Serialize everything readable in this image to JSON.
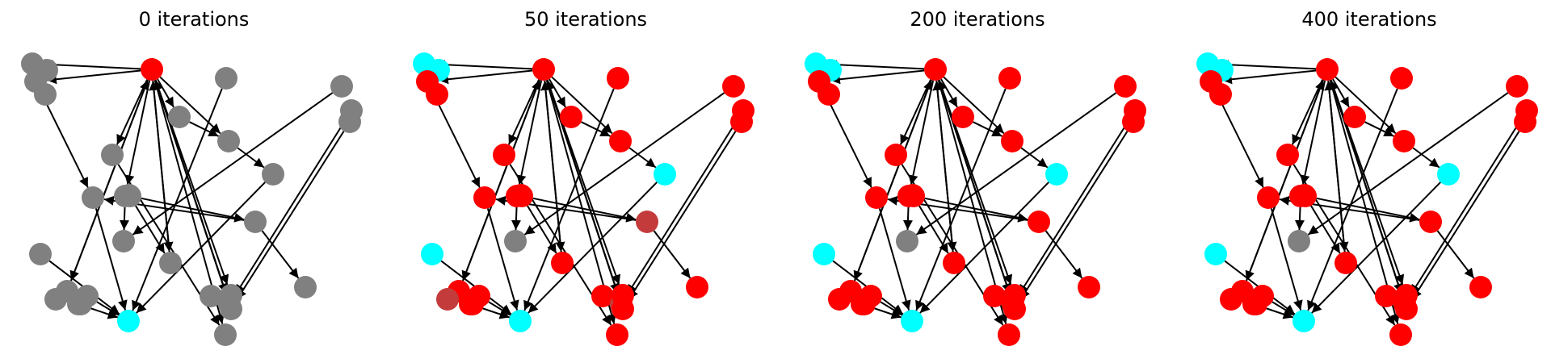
{
  "figure": {
    "panels": [
      {
        "title": "0 iterations",
        "node_colors": [
          "red",
          "gray",
          "gray",
          "gray",
          "gray",
          "gray",
          "gray",
          "gray",
          "gray",
          "cyan",
          "gray",
          "gray",
          "gray",
          "gray",
          "gray",
          "gray",
          "gray",
          "gray",
          "gray",
          "gray",
          "gray",
          "gray",
          "gray",
          "gray",
          "gray",
          "gray",
          "gray",
          "gray",
          "gray",
          "gray",
          "gray",
          "gray",
          "gray"
        ]
      },
      {
        "title": "50 iterations",
        "node_colors": [
          "red",
          "cyan",
          "cyan",
          "red",
          "red",
          "red",
          "red",
          "red",
          "red",
          "cyan",
          "red",
          "red",
          "red",
          "cyan",
          "red",
          "gray",
          "cyan",
          "red",
          "red",
          "red",
          "red",
          "red",
          "red",
          "red",
          "darkred",
          "red",
          "darkred",
          "red",
          "red",
          "red",
          "red",
          "red",
          "darkred"
        ]
      },
      {
        "title": "200 iterations",
        "node_colors": [
          "red",
          "cyan",
          "cyan",
          "red",
          "red",
          "red",
          "red",
          "red",
          "red",
          "cyan",
          "red",
          "red",
          "red",
          "cyan",
          "red",
          "gray",
          "cyan",
          "red",
          "red",
          "red",
          "red",
          "red",
          "red",
          "red",
          "red",
          "red",
          "red",
          "red",
          "red",
          "red",
          "red",
          "red",
          "red"
        ]
      },
      {
        "title": "400 iterations",
        "node_colors": [
          "red",
          "cyan",
          "cyan",
          "red",
          "red",
          "red",
          "red",
          "red",
          "red",
          "cyan",
          "red",
          "red",
          "red",
          "cyan",
          "red",
          "gray",
          "cyan",
          "red",
          "red",
          "red",
          "red",
          "red",
          "red",
          "red",
          "red",
          "red",
          "red",
          "red",
          "red",
          "red",
          "red",
          "red",
          "red"
        ]
      }
    ],
    "colors": {
      "red": "#ff0000",
      "gray": "#808080",
      "cyan": "#00ffff",
      "darkred": "#c43b3b",
      "edge": "#000000"
    }
  }
}
